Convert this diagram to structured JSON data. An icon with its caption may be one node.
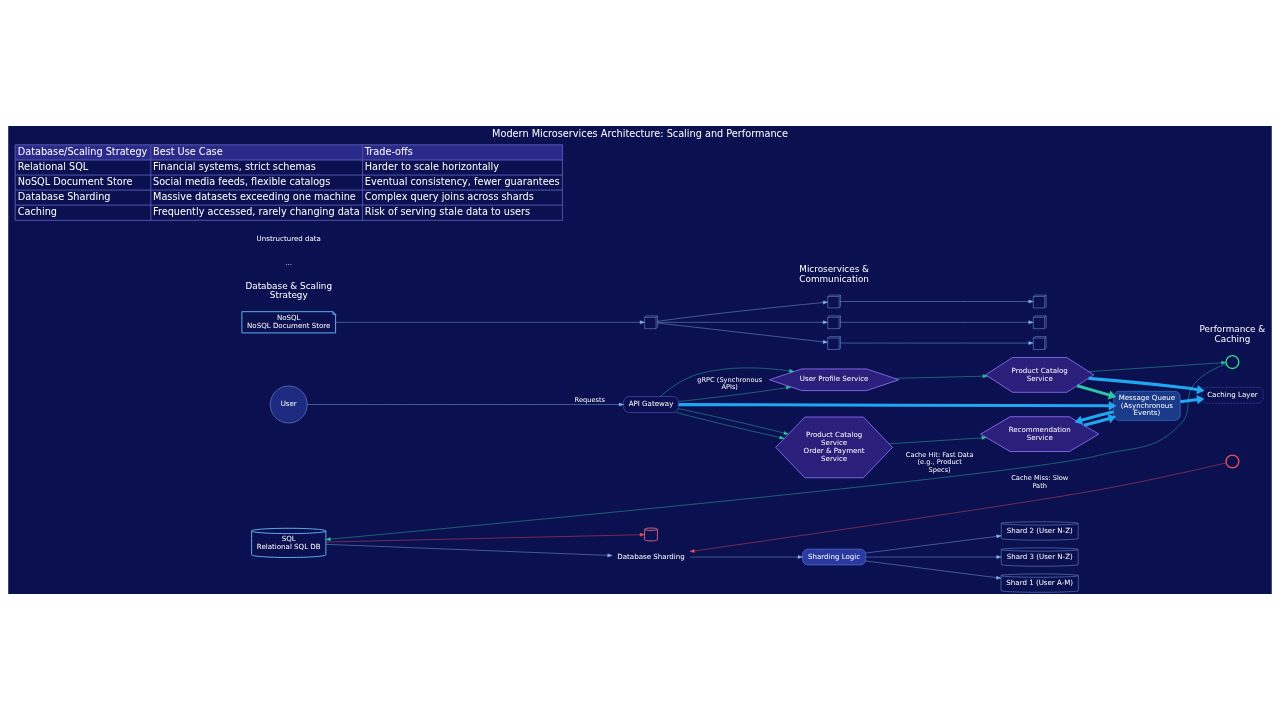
{
  "diagram": {
    "title": "Modern Microservices Architecture: Scaling and Performance",
    "nodes": [
      {
        "text": [
          "User"
        ]
      },
      {
        "text": [
          "API Gateway"
        ]
      },
      {
        "text": [
          "User Profile Service"
        ]
      },
      {
        "text": [
          "Product Catalog Service",
          "Order & Payment Service"
        ]
      },
      {
        "text": [
          "Product Catalog Service"
        ]
      },
      {
        "text": [
          "Recommendation Service"
        ]
      },
      {
        "text": [
          "Message Queue (Asynchronous Events)"
        ]
      },
      {
        "text": [
          "Caching Layer"
        ]
      },
      {
        "text": [],
        "shape": "circle"
      },
      {
        "text": [],
        "shape": "circle"
      },
      {
        "text": [
          "SQL",
          "Relational SQL DB"
        ]
      },
      {
        "text": [],
        "shape": "cylinder"
      },
      {
        "text": [
          "Database Sharding"
        ]
      },
      {
        "text": [
          "Sharding Logic"
        ]
      },
      {
        "text": [
          "Shard 1 (User A-M)"
        ]
      },
      {
        "text": [
          "Shard 2 (User N-Z)"
        ]
      },
      {
        "text": [
          "Shard 3 (User N-Z)"
        ]
      },
      {
        "text": [
          "NoSQL",
          "NoSQL Document Store"
        ]
      },
      {
        "text": [],
        "shape": "cube"
      },
      {
        "text": [],
        "shape": "cube"
      },
      {
        "text": [],
        "shape": "cube"
      },
      {
        "text": [],
        "shape": "cube"
      },
      {
        "text": [],
        "shape": "cube"
      },
      {
        "text": [],
        "shape": "cube"
      },
      {
        "text": [],
        "shape": "cube"
      }
    ],
    "edges": [
      {
        "from": 0,
        "to": 1,
        "arrow": "to",
        "label": "Requests"
      },
      {
        "from": 1,
        "to": 2,
        "arrow": "to",
        "color": "#2ec4a6"
      },
      {
        "from": 1,
        "to": 2,
        "arrow": "to",
        "label": "gRPC (Synchronous APIs)",
        "color": "#2ec4a6"
      },
      {
        "from": 1,
        "to": 3,
        "arrow": "to",
        "color": "#2ec4a6"
      },
      {
        "from": 1,
        "to": 3,
        "arrow": "to",
        "color": "#2ec4a6"
      },
      {
        "from": 1,
        "to": 6,
        "arrow": "to",
        "style": "thick",
        "color": "#1fa8f0"
      },
      {
        "from": 2,
        "to": 4,
        "arrow": "to",
        "color": "#2ec4a6"
      },
      {
        "from": 3,
        "to": 5,
        "arrow": "to",
        "color": "#2ec4a6"
      },
      {
        "from": 4,
        "to": 6,
        "arrow": "to",
        "style": "thick",
        "color": "#2ec4a6"
      },
      {
        "from": 5,
        "to": 6,
        "arrow": "to",
        "style": "thick",
        "color": "#1fa8f0"
      },
      {
        "from": 4,
        "to": 7,
        "arrow": "to",
        "style": "thick",
        "color": "#1fa8f0"
      },
      {
        "from": 6,
        "to": 7,
        "arrow": "to",
        "style": "thick",
        "color": "#1fa8f0"
      },
      {
        "from": 6,
        "to": 5,
        "arrow": "to",
        "style": "thick",
        "color": "#1fa8f0"
      },
      {
        "from": 4,
        "to": 8,
        "arrow": "to",
        "color": "#2ec4a6"
      },
      {
        "from": 8,
        "to": 10,
        "arrow": "to",
        "label": "Cache Hit: Fast Data (e.g., Product Specs)",
        "color": "#2ec4a6"
      },
      {
        "from": 9,
        "to": 12,
        "arrow": "to",
        "label": "Cache Miss: Slow Path",
        "color": "#f0505a"
      },
      {
        "from": 10,
        "to": 11,
        "arrow": "to",
        "color": "#f0505a"
      },
      {
        "from": 10,
        "to": 12,
        "arrow": "to"
      },
      {
        "from": 12,
        "to": 13,
        "arrow": "to"
      },
      {
        "from": 13,
        "to": 14,
        "arrow": "to"
      },
      {
        "from": 13,
        "to": 15,
        "arrow": "to"
      },
      {
        "from": 13,
        "to": 16,
        "arrow": "to"
      },
      {
        "from": 17,
        "to": 18,
        "arrow": "to"
      },
      {
        "from": 18,
        "to": 19,
        "arrow": "to"
      },
      {
        "from": 18,
        "to": 20,
        "arrow": "to"
      },
      {
        "from": 18,
        "to": 21,
        "arrow": "to"
      },
      {
        "from": 19,
        "to": 22,
        "arrow": "to"
      },
      {
        "from": 20,
        "to": 23,
        "arrow": "to"
      },
      {
        "from": 21,
        "to": 24,
        "arrow": "to"
      }
    ],
    "labels": [
      "Microservices & Communication",
      "Performance & Caching",
      "Database & Scaling Strategy",
      "...",
      "Unstructured data",
      "Database/Scaling Strategy",
      "Best Use Case",
      "Trade-offs",
      "Relational SQL",
      "Financial systems, strict schemas",
      "Harder to scale horizontally",
      "NoSQL Document Store",
      "Social media feeds, flexible catalogs",
      "Eventual consistency, fewer guarantees",
      "Database Sharding",
      "Massive datasets exceeding one machine",
      "Complex query joins across shards",
      "Caching",
      "Frequently accessed, rarely changing data",
      "Risk of serving stale data to users"
    ]
  }
}
